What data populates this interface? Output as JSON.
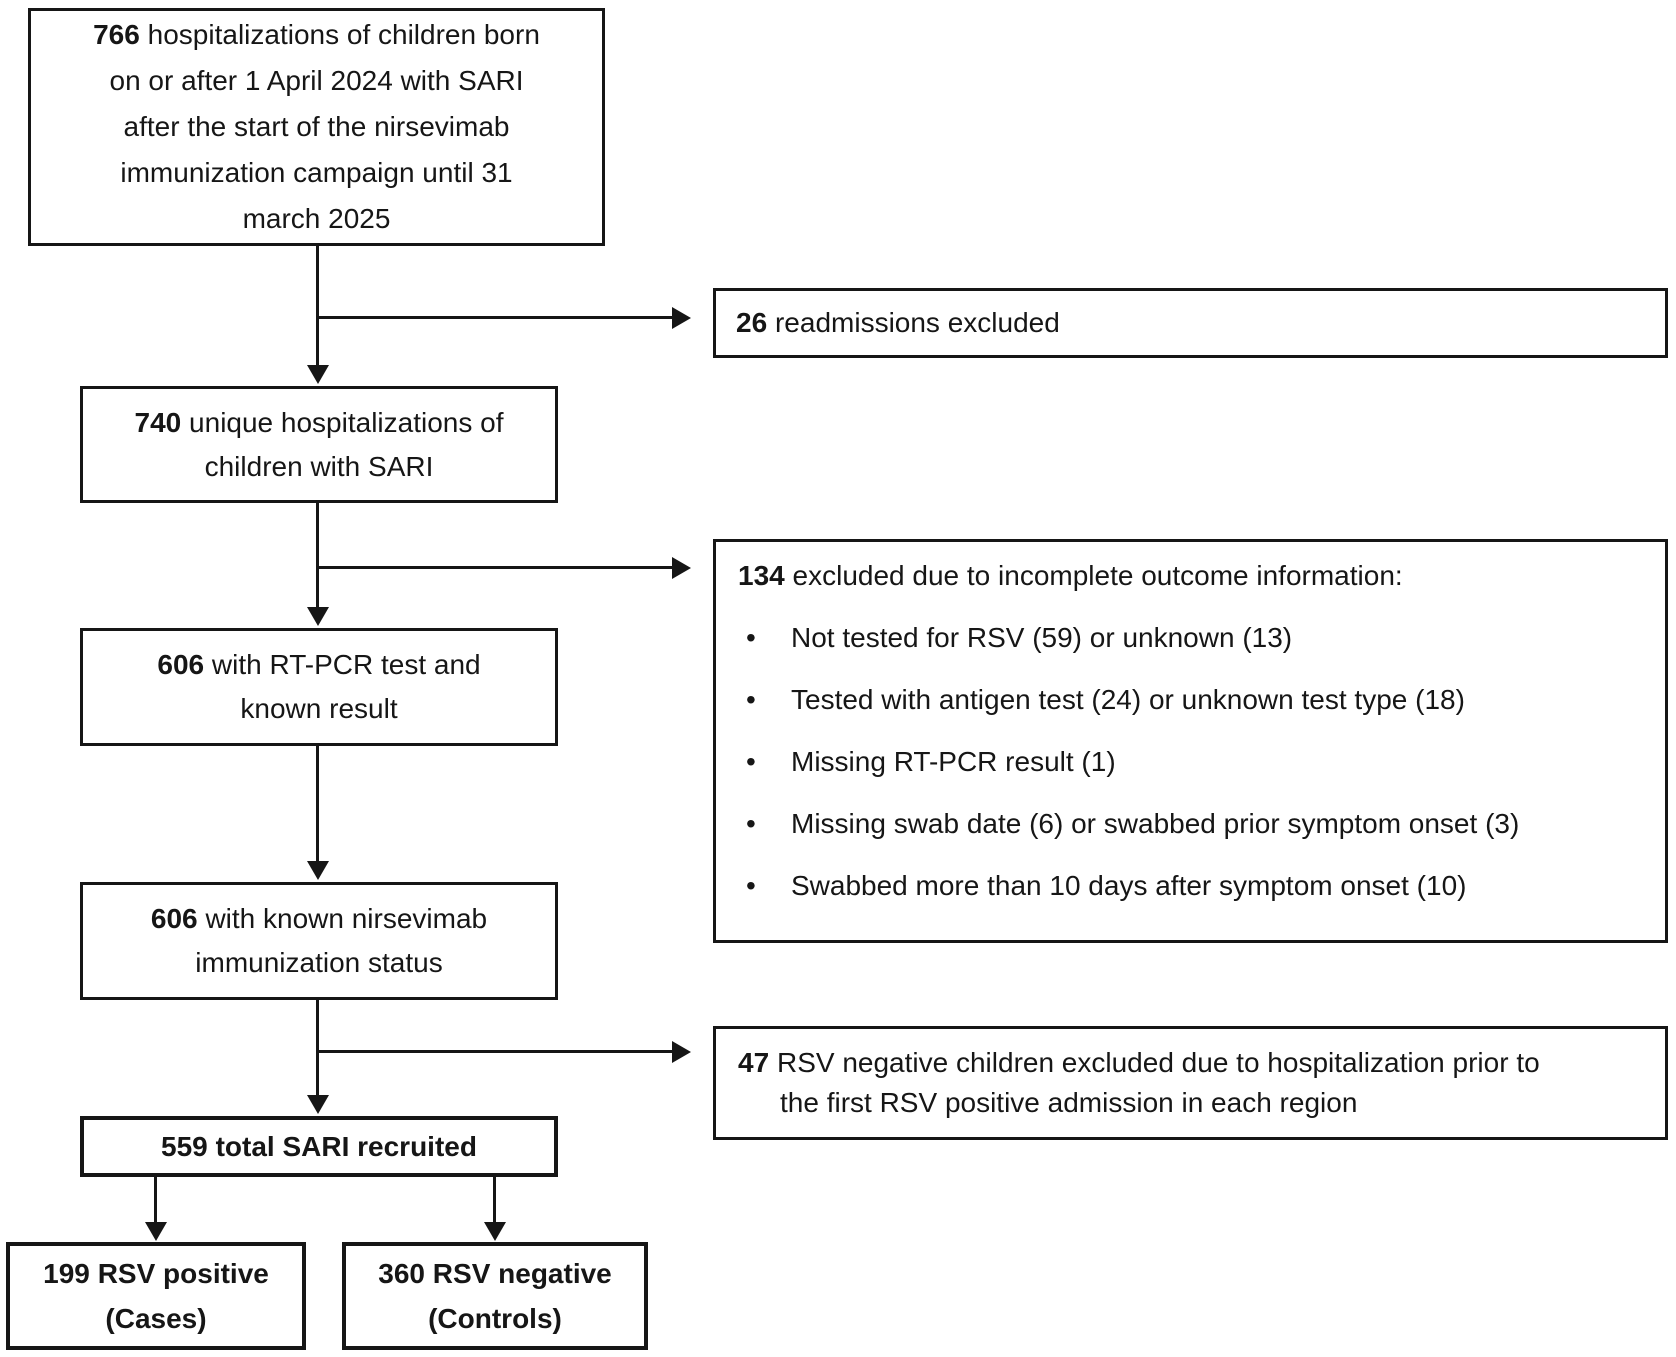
{
  "figure": {
    "background": "#ffffff",
    "line_color": "#161616",
    "bullet_char": "•"
  },
  "boxes": {
    "b766": {
      "number": "766",
      "lines": [
        "hospitalizations of children born",
        "on or after 1 April 2024 with SARI",
        "after the start of the nirsevimab",
        "immunization campaign until 31",
        "march 2025"
      ]
    },
    "b26": {
      "number": "26",
      "text": "readmissions excluded"
    },
    "b740": {
      "number": "740",
      "lines": [
        "unique hospitalizations of",
        "children with SARI"
      ]
    },
    "b134": {
      "number": "134",
      "title": "excluded due to incomplete outcome information:",
      "bullets": [
        "Not tested for RSV (59) or unknown (13)",
        "Tested with antigen test (24) or unknown test type (18)",
        "Missing RT-PCR result (1)",
        "Missing swab date (6) or swabbed prior symptom onset (3)",
        "Swabbed more than 10 days after symptom onset (10)"
      ]
    },
    "b606pcr": {
      "number": "606",
      "lines": [
        "with RT-PCR test and",
        "known result"
      ]
    },
    "b606imm": {
      "number": "606",
      "lines": [
        "with known nirsevimab",
        "immunization status"
      ]
    },
    "b47": {
      "number": "47",
      "line1": "RSV negative children excluded due to hospitalization prior to",
      "line2": "the first RSV positive admission in each region"
    },
    "b559": {
      "number": "559",
      "text": "total SARI recruited"
    },
    "b199": {
      "number": "199",
      "lines": [
        "RSV positive",
        "(Cases)"
      ]
    },
    "b360": {
      "number": "360",
      "lines": [
        "RSV negative",
        "(Controls)"
      ]
    }
  }
}
